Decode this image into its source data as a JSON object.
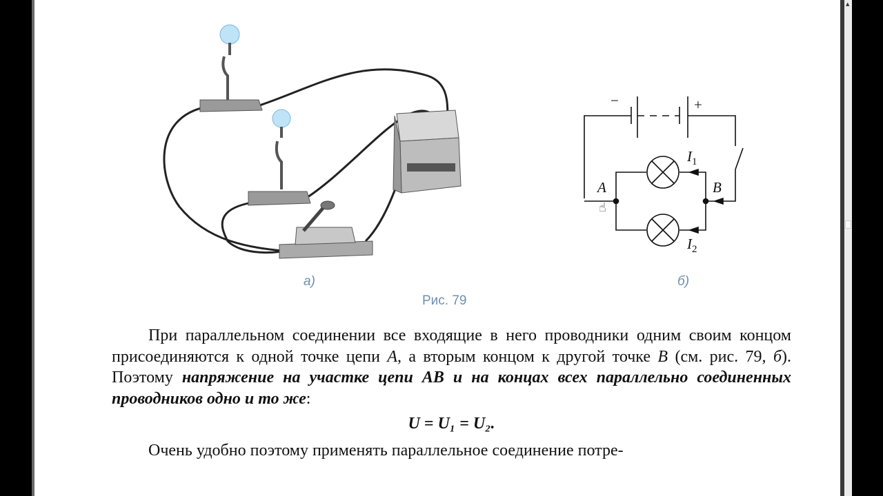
{
  "figure": {
    "caption_a": "а)",
    "caption_b": "б)",
    "title": "Рис. 79",
    "diagram_labels": {
      "minus": "−",
      "plus": "+",
      "point_a": "A",
      "point_b": "B",
      "current_1": "I",
      "current_1_sub": "1",
      "current_2": "I",
      "current_2_sub": "2"
    }
  },
  "text": {
    "p1_plain_1": "При параллельном соединении все входящие в него проводники одним своим концом присоединяются к одной точке цепи ",
    "p1_a": "A",
    "p1_plain_2": ", а вторым концом к другой точке ",
    "p1_b": "B",
    "p1_plain_3": " (см. рис. 79, ",
    "p1_fig": "б",
    "p1_plain_4": "). Поэтому ",
    "p1_emphasis": "напряжение на участке цепи AB и на концах всех параллельно соединенных проводников одно и то же",
    "p1_end": ":",
    "formula": "U = U₁ = U₂.",
    "p2": "Очень удобно поэтому применять параллельное соединение потре-"
  }
}
